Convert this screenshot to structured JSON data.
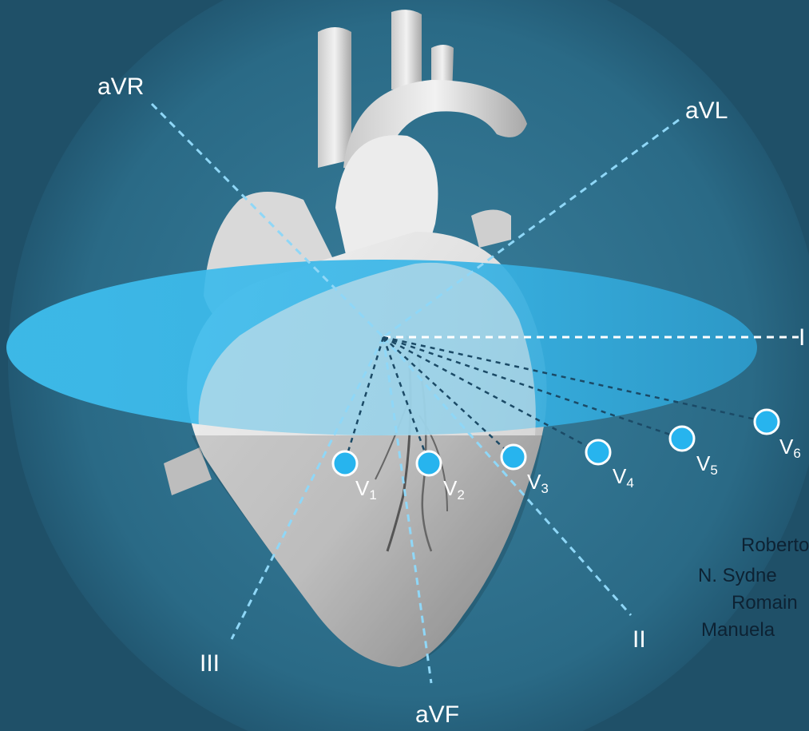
{
  "leads": {
    "aVR": "aVR",
    "aVL": "aVL",
    "I": "I",
    "II": "II",
    "III": "III",
    "aVF": "aVF"
  },
  "precordial": [
    {
      "name": "V",
      "sub": "1"
    },
    {
      "name": "V",
      "sub": "2"
    },
    {
      "name": "V",
      "sub": "3"
    },
    {
      "name": "V",
      "sub": "4"
    },
    {
      "name": "V",
      "sub": "5"
    },
    {
      "name": "V",
      "sub": "6"
    }
  ],
  "credits": [
    "Roberto",
    "N. Sydne",
    "Romain",
    "Manuela"
  ],
  "colors": {
    "background": "#1f5068",
    "plane": "#3cb8ec",
    "electrode": "#27b4ee",
    "lead_line": "#8fd7f7",
    "heart": "#e4e4e4"
  },
  "icons": {
    "heart": "heart-illustration-icon"
  }
}
